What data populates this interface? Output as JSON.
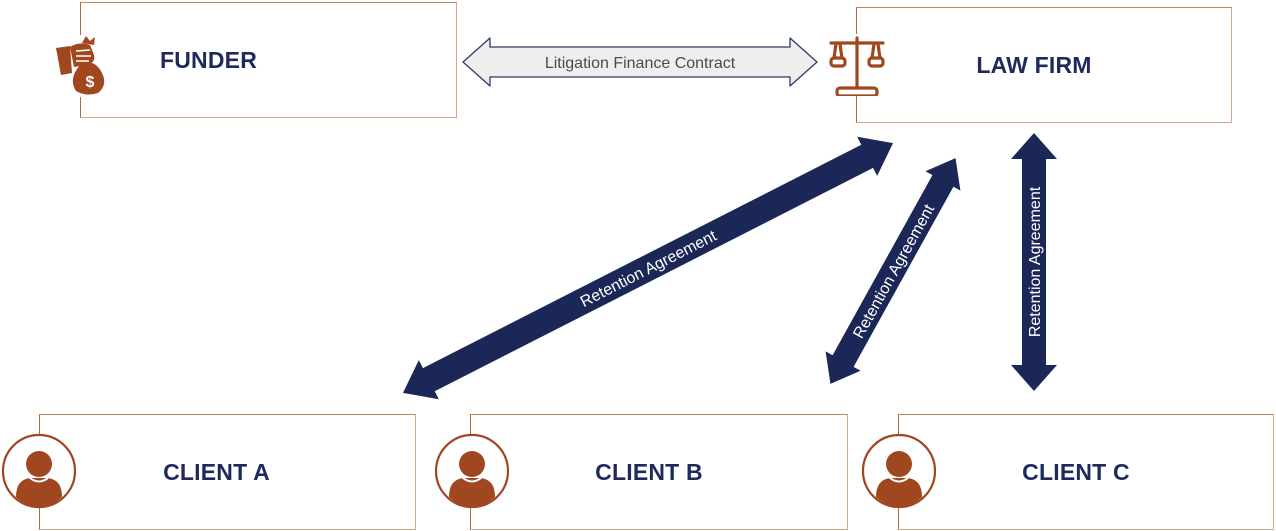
{
  "diagram": {
    "colors": {
      "label_text": "#1e2a5e",
      "icon": "#a0471f",
      "box_border": "#c9825e",
      "retention_arrow": "#1b2756",
      "contract_arrow_fill": "#eeeeec",
      "contract_arrow_stroke": "#2d3a6b"
    },
    "nodes": {
      "funder": {
        "label": "FUNDER",
        "icon": "money-bag-icon"
      },
      "law_firm": {
        "label": "LAW FIRM",
        "icon": "scales-of-justice-icon"
      },
      "client_a": {
        "label": "CLIENT A",
        "icon": "user-avatar-icon"
      },
      "client_b": {
        "label": "CLIENT B",
        "icon": "user-avatar-icon"
      },
      "client_c": {
        "label": "CLIENT C",
        "icon": "user-avatar-icon"
      }
    },
    "edges": [
      {
        "from": "FUNDER",
        "to": "LAW FIRM",
        "label": "Litigation Finance Contract",
        "direction": "bidirectional"
      },
      {
        "from": "LAW FIRM",
        "to": "CLIENT A",
        "label": "Retention Agreement",
        "direction": "bidirectional"
      },
      {
        "from": "LAW FIRM",
        "to": "CLIENT B",
        "label": "Retention Agreement",
        "direction": "bidirectional"
      },
      {
        "from": "LAW FIRM",
        "to": "CLIENT C",
        "label": "Retention Agreement",
        "direction": "bidirectional"
      }
    ]
  }
}
